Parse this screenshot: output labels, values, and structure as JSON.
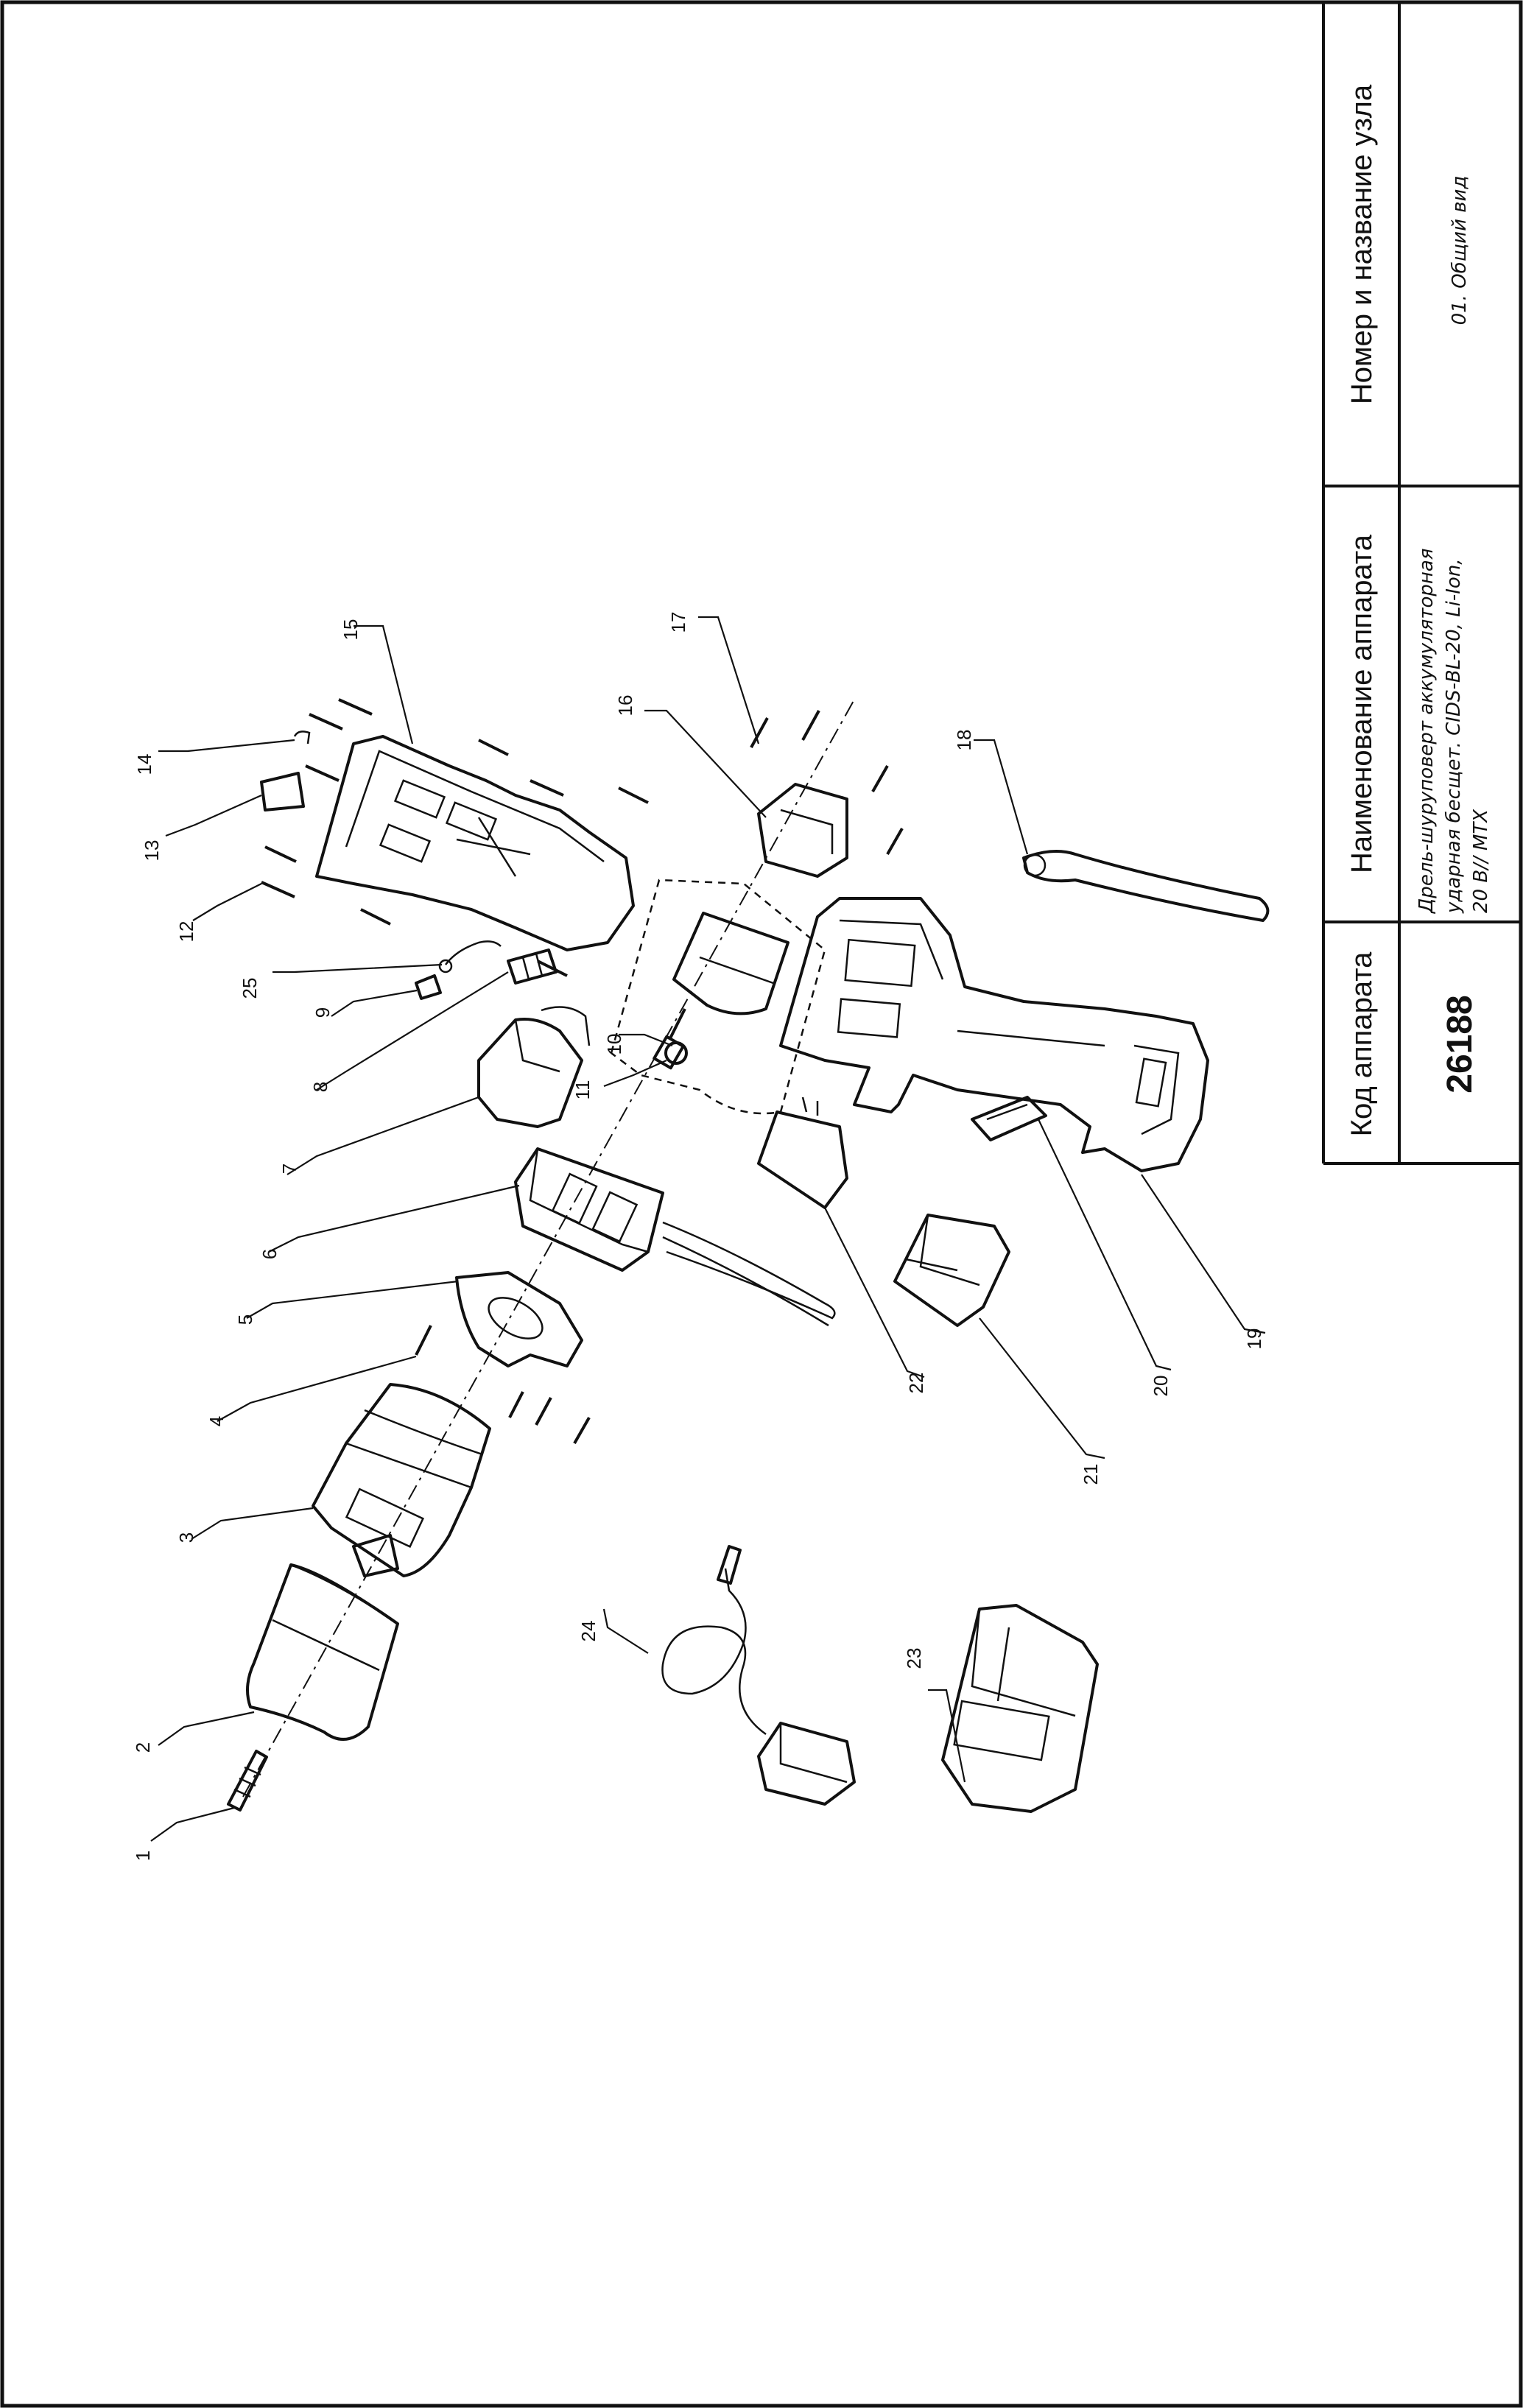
{
  "title_block": {
    "header_code": "Код аппарата",
    "header_name": "Наименование аппарата",
    "header_node": "Номер и название узла",
    "code": "26188",
    "device_name_line1": "Дрель-шуруповерт аккумуляторная",
    "device_name_line2": "ударная бесщет. CIDS-BL-20, Li-Ion,",
    "device_name_line3": "20 В// MTX",
    "node_name": "01. Общий вид"
  },
  "callouts": [
    "1",
    "2",
    "3",
    "4",
    "5",
    "6",
    "7",
    "8",
    "9",
    "10",
    "11",
    "12",
    "13",
    "14",
    "15",
    "16",
    "17",
    "18",
    "19",
    "20",
    "21",
    "22",
    "23",
    "24",
    "25"
  ]
}
